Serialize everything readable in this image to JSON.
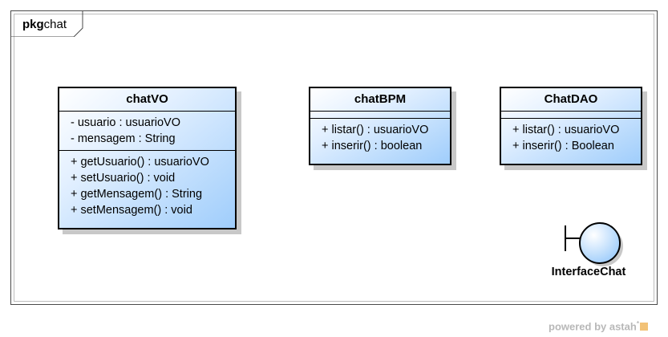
{
  "package": {
    "keyword": "pkg",
    "name": "chat"
  },
  "classes": {
    "chatVO": {
      "name": "chatVO",
      "attributes": [
        "- usuario : usuarioVO",
        "- mensagem : String"
      ],
      "operations": [
        "+ getUsuario() : usuarioVO",
        "+ setUsuario() : void",
        "+ getMensagem() : String",
        "+ setMensagem() : void"
      ]
    },
    "chatBPM": {
      "name": "chatBPM",
      "attributes": [],
      "operations": [
        "+ listar() : usuarioVO",
        "+ inserir() : boolean"
      ]
    },
    "chatDAO": {
      "name": "ChatDAO",
      "attributes": [],
      "operations": [
        "+ listar() : usuarioVO",
        "+ inserir() : Boolean"
      ]
    }
  },
  "boundary": {
    "name": "InterfaceChat",
    "icon": "boundary-icon"
  },
  "watermark": {
    "text": "powered by astah",
    "mark": "*"
  },
  "colors": {
    "class_fill_start": "#ffffff",
    "class_fill_end": "#9fcdfb",
    "boundary_fill": "#c8e2fd",
    "border": "#000000"
  }
}
